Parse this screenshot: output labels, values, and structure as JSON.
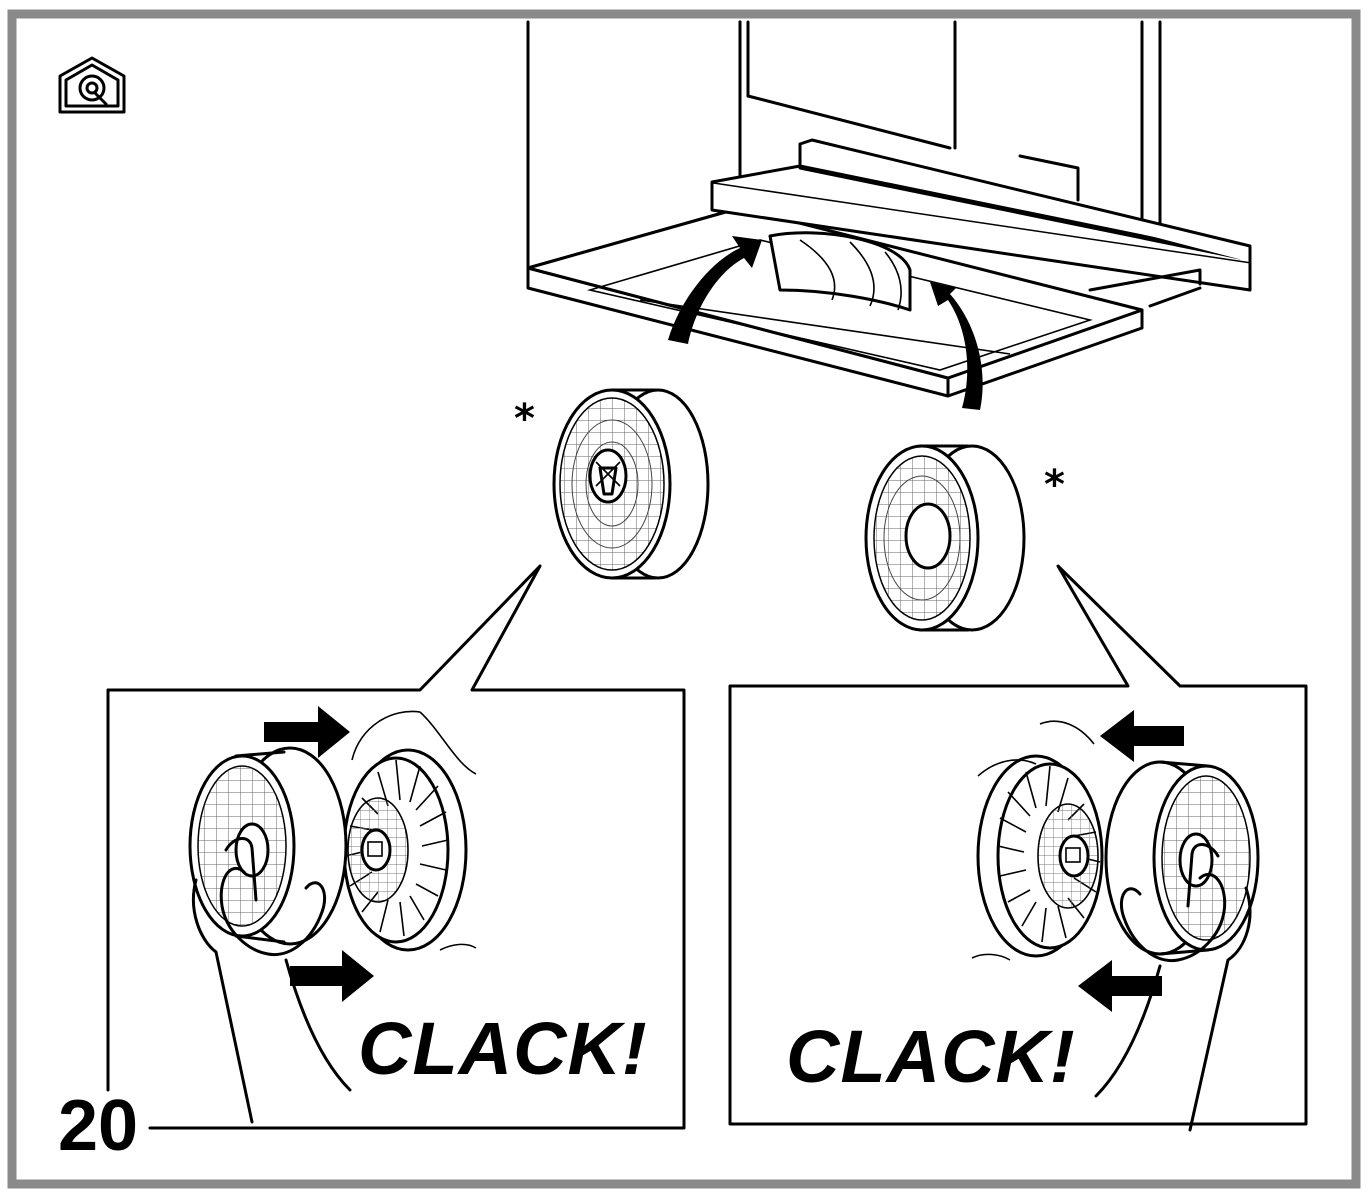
{
  "figure": {
    "step_number": "20",
    "callout_left": {
      "text": "CLACK!",
      "marker": "*"
    },
    "callout_right": {
      "text": "CLACK!",
      "marker": "*"
    },
    "icon": "service-house-icon",
    "colors": {
      "frame": "#8a8a8a",
      "ink": "#000000",
      "background": "#ffffff"
    }
  }
}
